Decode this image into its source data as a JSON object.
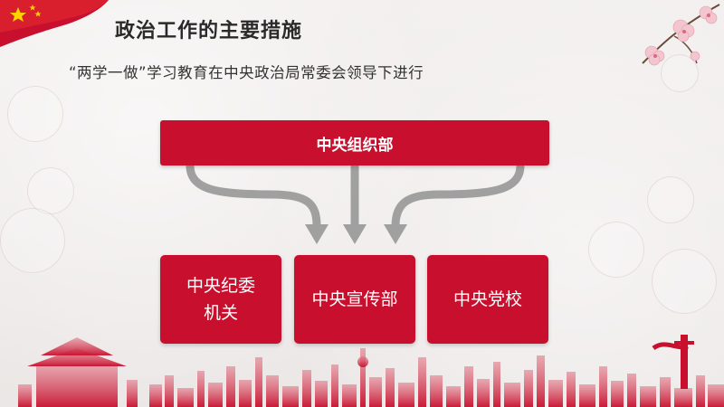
{
  "slide": {
    "title": "政治工作的主要措施",
    "subtitle": "“两学一做”学习教育在中央政治局常委会领导下进行"
  },
  "diagram": {
    "top_node": "中央组织部",
    "children": [
      "中央纪委机关",
      "中央宣传部",
      "中央党校"
    ]
  },
  "colors": {
    "box_red": "#c8102e",
    "arrow_gray": "#a0a0a0",
    "background": "#efeceb"
  }
}
